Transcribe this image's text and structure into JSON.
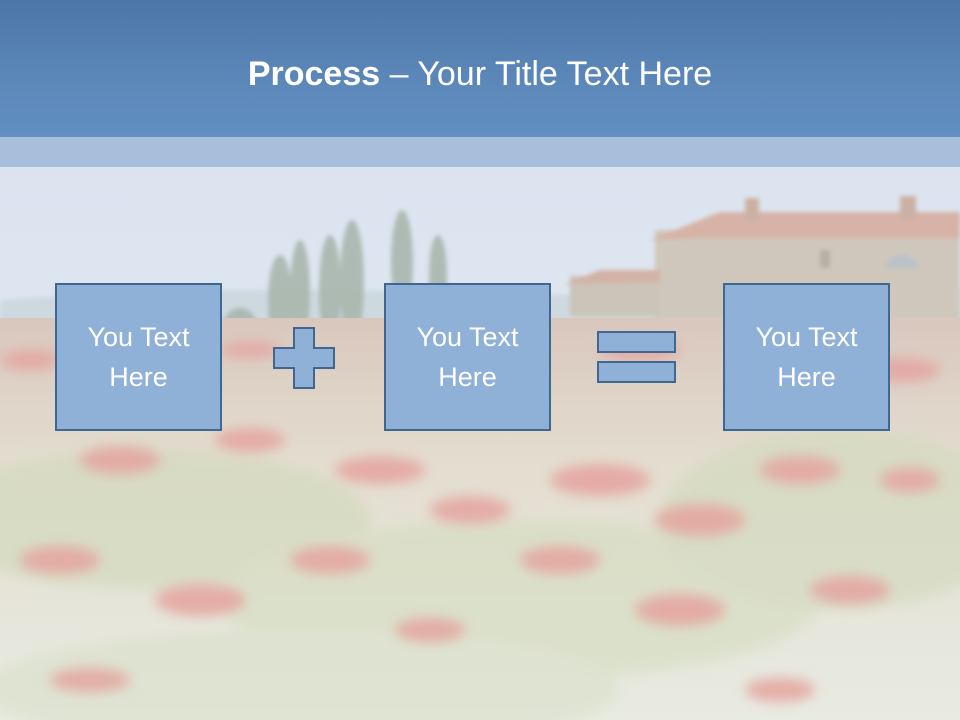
{
  "slide": {
    "title": {
      "bold": "Process",
      "rest": " – Your Title Text Here"
    },
    "boxes": [
      {
        "label": "You Text Here"
      },
      {
        "label": "You Text Here"
      },
      {
        "label": "You Text Here"
      }
    ],
    "operators": [
      "plus",
      "equals"
    ],
    "colors": {
      "title_bar": "#5b86b8",
      "title_band": "#a8bfdc",
      "box_fill": "#8fb0d7",
      "box_border": "#3f6790",
      "text": "#ffffff"
    },
    "icons": [
      "plus-icon",
      "equals-icon"
    ]
  }
}
